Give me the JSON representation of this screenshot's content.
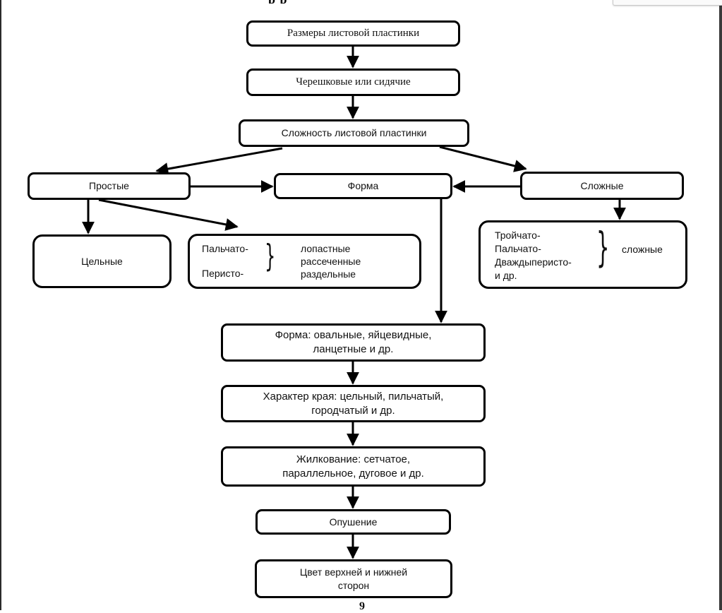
{
  "header": {
    "title_fragment": "р                                                          р"
  },
  "nodes": {
    "leaf_size": "Размеры листовой пластинки",
    "petiole": "Черешковые или сидячие",
    "complexity": "Сложность листовой пластинки",
    "simple": "Простые",
    "shape": "Форма",
    "compound": "Сложные",
    "entire": "Цельные",
    "shape_detail": {
      "line1": "Форма: овальные, яйцевидные,",
      "line2": "ланцетные и др."
    },
    "margin": {
      "line1": "Характер края: цельный, пильчатый,",
      "line2": "городчатый и др."
    },
    "venation": {
      "line1": "Жилкование: сетчатое,",
      "line2": "параллельное, дуговое и др."
    },
    "pubescence": "Опушение",
    "color": {
      "line1": "Цвет верхней и нижней",
      "line2": "сторон"
    }
  },
  "divided_box": {
    "left": [
      "Пальчато-",
      "Перисто-"
    ],
    "right": [
      "лопастные",
      "рассеченные",
      "раздельные"
    ]
  },
  "compound_box": {
    "left": [
      "Тройчато-",
      "Пальчато-",
      "Дваждыперисто-",
      "и др."
    ],
    "right": "сложные"
  },
  "footer": {
    "page_number": "9"
  }
}
